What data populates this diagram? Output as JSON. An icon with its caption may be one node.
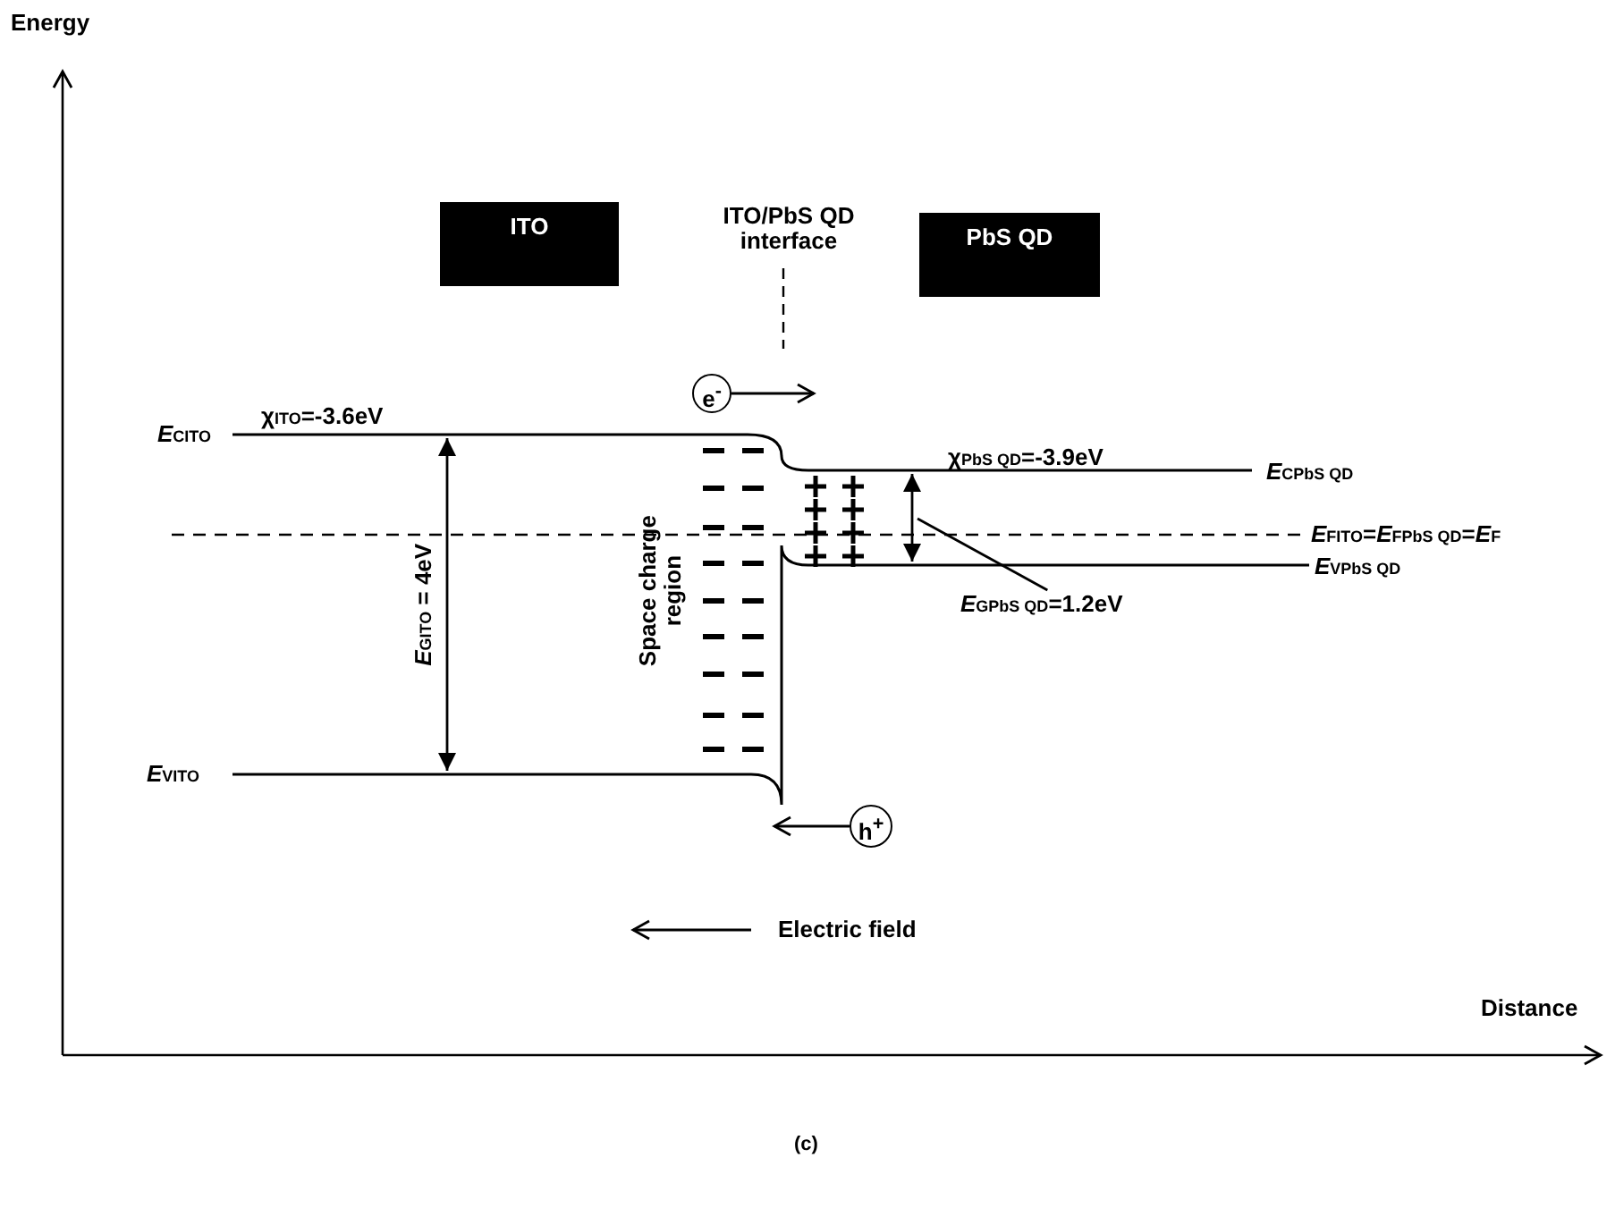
{
  "diagram": {
    "caption": "(c)",
    "nodes": [
      {
        "text": [
          "ITO"
        ]
      },
      {
        "text": [
          "PbS QD"
        ]
      },
      {
        "text": [
          "e$^{-}$"
        ]
      },
      {
        "text": [
          "h$^{+}$"
        ]
      },
      {
        "text": [
          "*E*$_{GPbS QD}$=1.2eV"
        ]
      }
    ],
    "edges": [
      {
        "from": 2,
        "to": null,
        "arrow": "to"
      },
      {
        "from": 3,
        "to": null,
        "arrow": "to"
      },
      {
        "from": 4,
        "to": null,
        "arrow": "none"
      }
    ],
    "labels": [
      "Energy",
      "ITO/PbS QD interface",
      "χ$_{ITO}$=-3.6eV",
      "*E*$_{CITO}$",
      "χ$_{PbS QD}$=-3.9eV",
      "*E*$_{CPbS QD}$",
      "*E*$_{FITO}$=*E*$_{FPbS QD}$=*E*$_{F}$",
      "*E*$_{VPbS QD}$",
      "*E*$_{GITO}$ = 4eV",
      "Space charge region",
      "*E*$_{VITO}$",
      "Electric field",
      "Distance"
    ]
  }
}
